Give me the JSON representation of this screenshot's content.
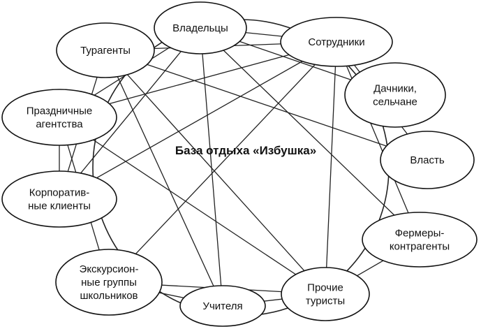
{
  "diagram": {
    "title": "База отдыха «Избушка»",
    "nodes": [
      {
        "id": "owners",
        "lines": [
          "Владельцы"
        ]
      },
      {
        "id": "staff",
        "lines": [
          "Сотрудники"
        ]
      },
      {
        "id": "touragents",
        "lines": [
          "Турагенты"
        ]
      },
      {
        "id": "holiday",
        "lines": [
          "Праздничные",
          "агентства"
        ]
      },
      {
        "id": "dachniki",
        "lines": [
          "Дачники,",
          "сельчане"
        ]
      },
      {
        "id": "power",
        "lines": [
          "Власть"
        ]
      },
      {
        "id": "corporate",
        "lines": [
          "Корпоратив-",
          "ные клиенты"
        ]
      },
      {
        "id": "farmers",
        "lines": [
          "Фермеры-",
          "контрагенты"
        ]
      },
      {
        "id": "excursion",
        "lines": [
          "Экскурсион-",
          "ные группы",
          "школьников"
        ]
      },
      {
        "id": "teachers",
        "lines": [
          "Учителя"
        ]
      },
      {
        "id": "tourists",
        "lines": [
          "Прочие",
          "туристы"
        ]
      }
    ],
    "edges": [
      [
        "owners",
        "staff"
      ],
      [
        "owners",
        "holiday"
      ],
      [
        "owners",
        "dachniki"
      ],
      [
        "owners",
        "farmers"
      ],
      [
        "owners",
        "teachers"
      ],
      [
        "staff",
        "touragents"
      ],
      [
        "staff",
        "holiday"
      ],
      [
        "staff",
        "corporate"
      ],
      [
        "staff",
        "power"
      ],
      [
        "staff",
        "tourists"
      ],
      [
        "staff",
        "excursion"
      ],
      [
        "staff",
        "farmers"
      ],
      [
        "touragents",
        "power"
      ],
      [
        "touragents",
        "tourists"
      ],
      [
        "touragents",
        "teachers"
      ],
      [
        "touragents",
        "corporate"
      ],
      [
        "holiday",
        "tourists"
      ],
      [
        "holiday",
        "corporate"
      ],
      [
        "holiday",
        "excursion"
      ],
      [
        "corporate",
        "owners"
      ],
      [
        "excursion",
        "teachers"
      ],
      [
        "excursion",
        "tourists"
      ],
      [
        "teachers",
        "tourists"
      ],
      [
        "tourists",
        "farmers"
      ]
    ]
  }
}
